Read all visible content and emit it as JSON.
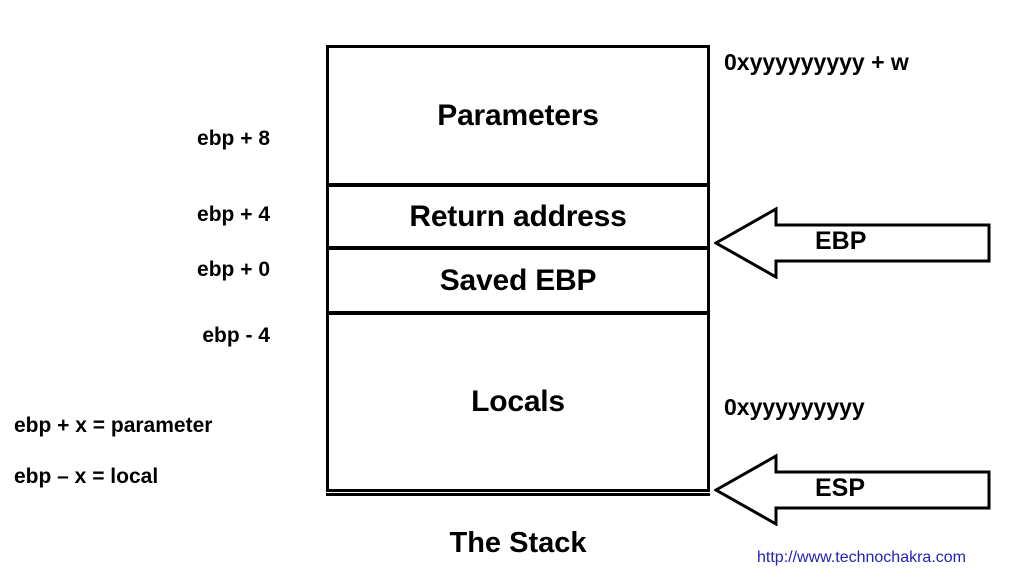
{
  "diagram": {
    "title": "The Stack",
    "watermark": "http://www.technochakra.com",
    "watermark_color": "#2222bb",
    "line_color": "#000000",
    "background_color": "#ffffff",
    "slots": [
      {
        "name": "parameters",
        "label": "Parameters"
      },
      {
        "name": "return-address",
        "label": "Return address"
      },
      {
        "name": "saved-ebp",
        "label": "Saved EBP"
      },
      {
        "name": "locals",
        "label": "Locals"
      }
    ],
    "offsets": [
      {
        "name": "ebp-plus-8",
        "label": "ebp + 8"
      },
      {
        "name": "ebp-plus-4",
        "label": "ebp + 4"
      },
      {
        "name": "ebp-plus-0",
        "label": "ebp + 0"
      },
      {
        "name": "ebp-minus-4",
        "label": "ebp - 4"
      }
    ],
    "formulas": [
      {
        "name": "parameter-formula",
        "label": "ebp + x = parameter"
      },
      {
        "name": "local-formula",
        "label": "ebp – x = local"
      }
    ],
    "addresses": [
      {
        "name": "high-address",
        "label": "0xyyyyyyyyy + w"
      },
      {
        "name": "low-address",
        "label": "0xyyyyyyyyy"
      }
    ],
    "registers": [
      {
        "name": "ebp-register",
        "label": "EBP"
      },
      {
        "name": "esp-register",
        "label": "ESP"
      }
    ]
  }
}
